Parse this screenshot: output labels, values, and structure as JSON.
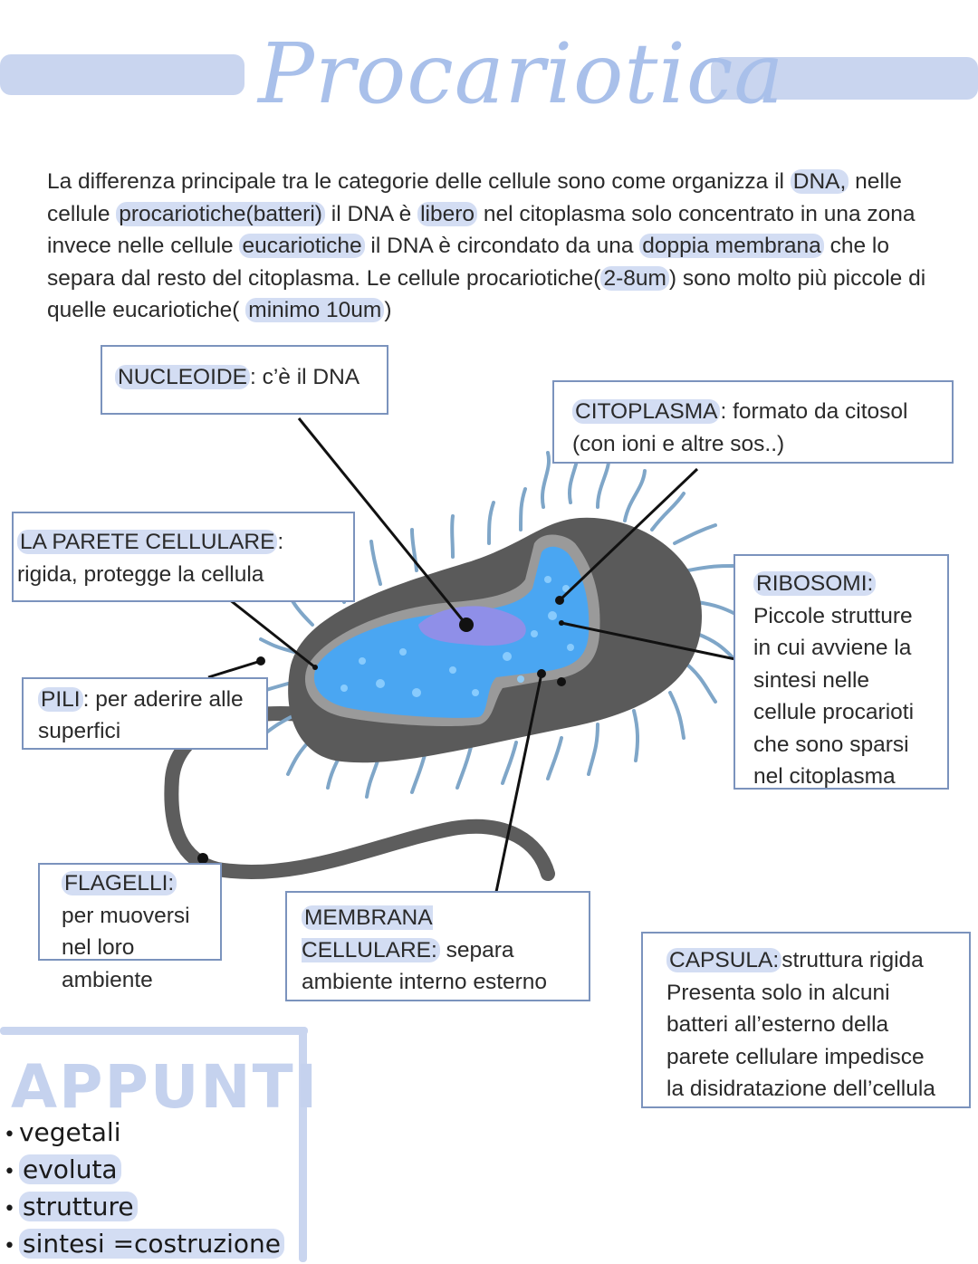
{
  "title": "Procariotica",
  "intro": [
    {
      "t": "La differenza  principale tra le categorie delle cellule sono come organizza il ",
      "h": false
    },
    {
      "t": "DNA,",
      "h": true
    },
    {
      "t": " nelle cellule ",
      "h": false
    },
    {
      "t": "procariotiche(batteri)",
      "h": true
    },
    {
      "t": " il DNA è ",
      "h": false
    },
    {
      "t": "libero",
      "h": true
    },
    {
      "t": " nel citoplasma solo concentrato in una zona invece nelle cellule ",
      "h": false
    },
    {
      "t": "eucariotiche",
      "h": true
    },
    {
      "t": " il DNA è circondato da una ",
      "h": false
    },
    {
      "t": "doppia membrana",
      "h": true
    },
    {
      "t": " che lo separa dal resto del citoplasma. Le cellule procariotiche(",
      "h": false
    },
    {
      "t": "2-8um",
      "h": true
    },
    {
      "t": ") sono molto più piccole di quelle eucariotiche( ",
      "h": false
    },
    {
      "t": "minimo 10um",
      "h": true
    },
    {
      "t": ")",
      "h": false
    }
  ],
  "labels": {
    "nucleoide": {
      "term": "NUCLEOIDE",
      "desc": ": c’è il DNA"
    },
    "citoplasma": {
      "term": "CITOPLASMA",
      "desc": ": formato da citosol (con ioni e altre sos..)"
    },
    "parete": {
      "term": "LA PARETE CELLULARE",
      "desc": ": rigida, protegge la cellula"
    },
    "ribosomi": {
      "term": "RIBOSOMI:",
      "desc": " Piccole strutture in cui avviene la sintesi nelle cellule procarioti che sono sparsi nel citoplasma"
    },
    "pili": {
      "term": "PILI",
      "desc": ": per aderire alle superfici"
    },
    "flagelli": {
      "term": "FLAGELLI:",
      "desc": " per muoversi nel loro ambiente"
    },
    "membrana": {
      "term": "MEMBRANA CELLULARE:",
      "desc": " separa ambiente interno esterno"
    },
    "capsula": {
      "term": "CAPSULA:",
      "desc": "struttura rigida Presenta solo in alcuni batteri all’esterno della parete cellulare impedisce la disidratazione dell’cellula"
    }
  },
  "appunti": {
    "title": "APPUNTI",
    "items": [
      "vegetali",
      "evoluta",
      "strutture",
      "sintesi =costruzione"
    ]
  },
  "colors": {
    "accent": "#c9d5ef",
    "highlight": "#d3ddf3",
    "title": "#a9c0ea",
    "box_border": "#7b93bd",
    "capsule": "#5a5a5a",
    "cytoplasm": "#4aa6f2",
    "nucleoid": "#8f8fe8"
  }
}
